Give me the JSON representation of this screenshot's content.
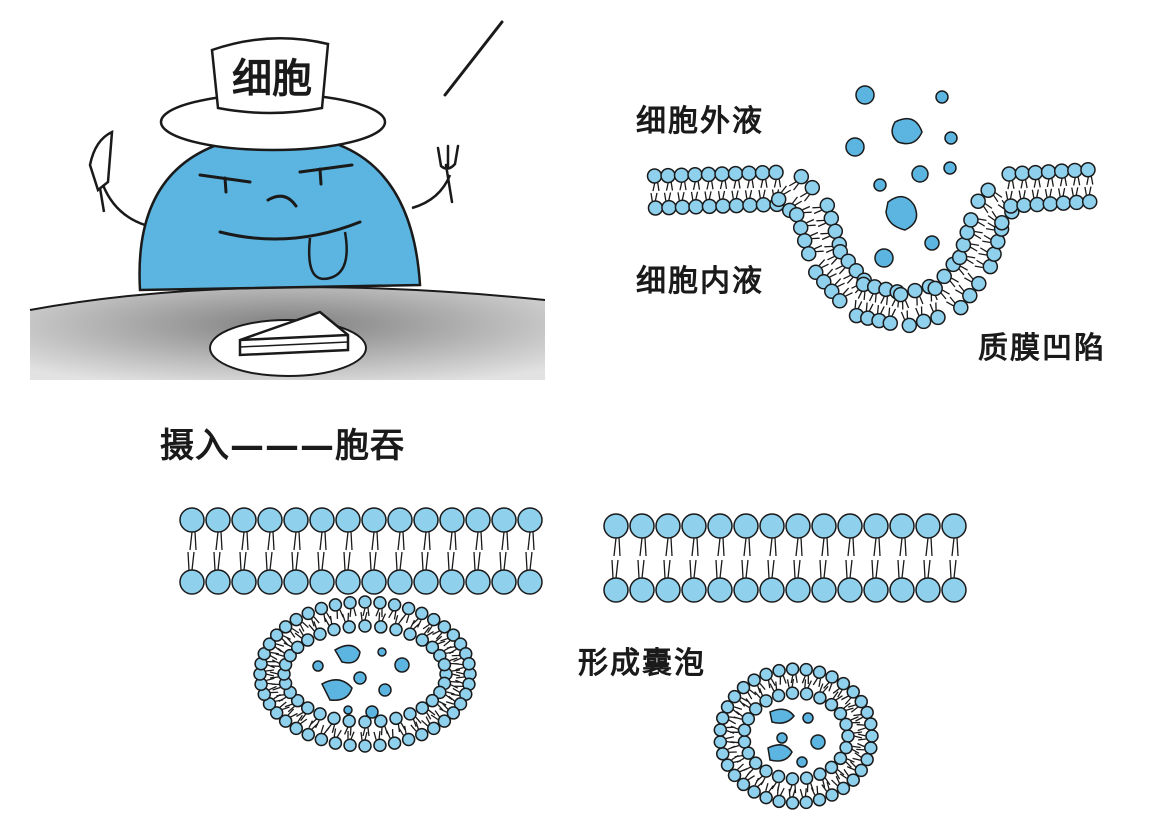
{
  "labels": {
    "hat_text": "细胞",
    "extracellular": "细胞外液",
    "intracellular": "细胞内液",
    "membrane_pit": "质膜凹陷",
    "caption": "摄入———胞吞",
    "vesicle": "形成囊泡"
  },
  "colors": {
    "cell_blue": "#5bb5e0",
    "lipid_head": "#8fd0ec",
    "particle": "#5bb5e0",
    "table": "#7a7a7a",
    "ink": "#1a1a1a"
  }
}
